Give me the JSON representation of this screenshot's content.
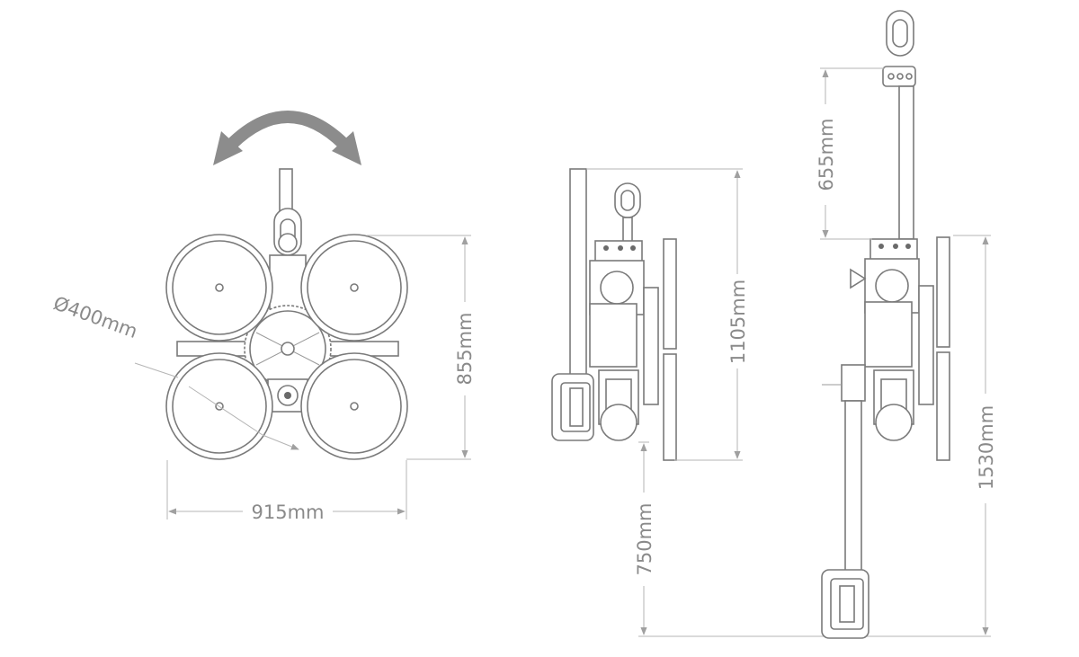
{
  "dimensions": {
    "cup_diameter": "Ø400mm",
    "width": "915mm",
    "height_front": "855mm",
    "height_side": "1105mm",
    "arm_length_side": "750mm",
    "chain_length": "655mm",
    "total_length": "1530mm"
  },
  "colors": {
    "line": "#7a7a7a",
    "dimension_text": "#8a8a8a",
    "rotation_arrow": "#8c8c8c"
  },
  "icons": {
    "rotation": "double-curved-arrow-icon"
  }
}
